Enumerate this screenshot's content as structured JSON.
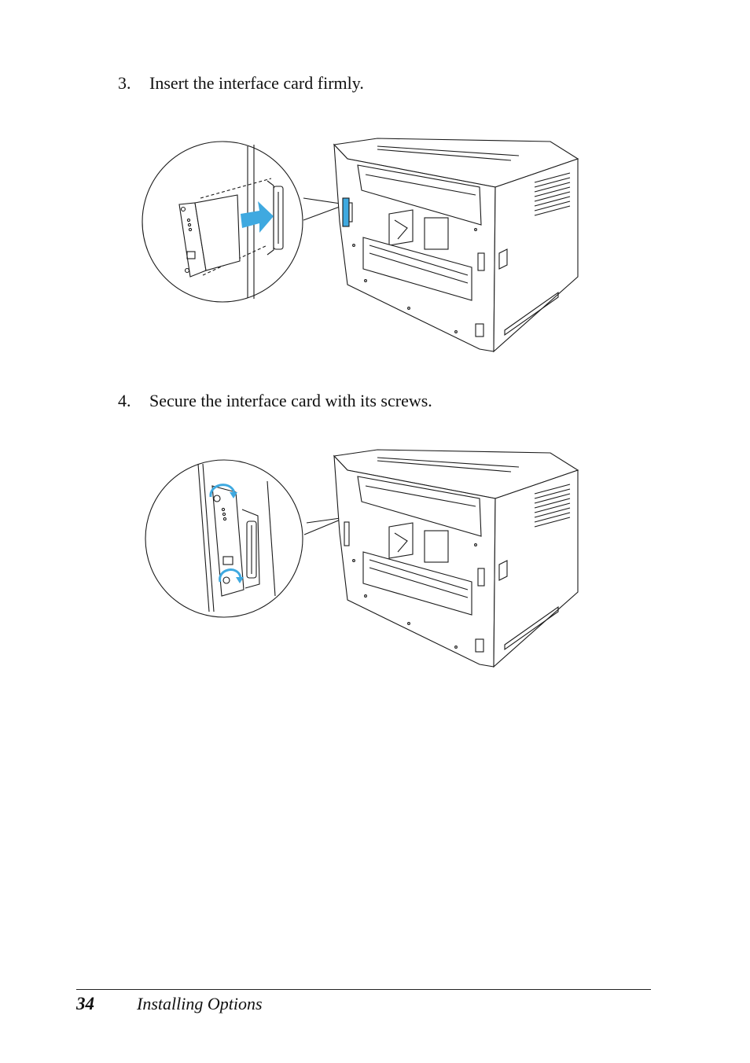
{
  "steps": [
    {
      "number": "3.",
      "text": "Insert the interface card firmly."
    },
    {
      "number": "4.",
      "text": "Secure the interface card with its screws."
    }
  ],
  "footer": {
    "page_number": "34",
    "section": "Installing Options"
  },
  "colors": {
    "accent": "#3fa9e0",
    "line": "#1a1a1a"
  }
}
